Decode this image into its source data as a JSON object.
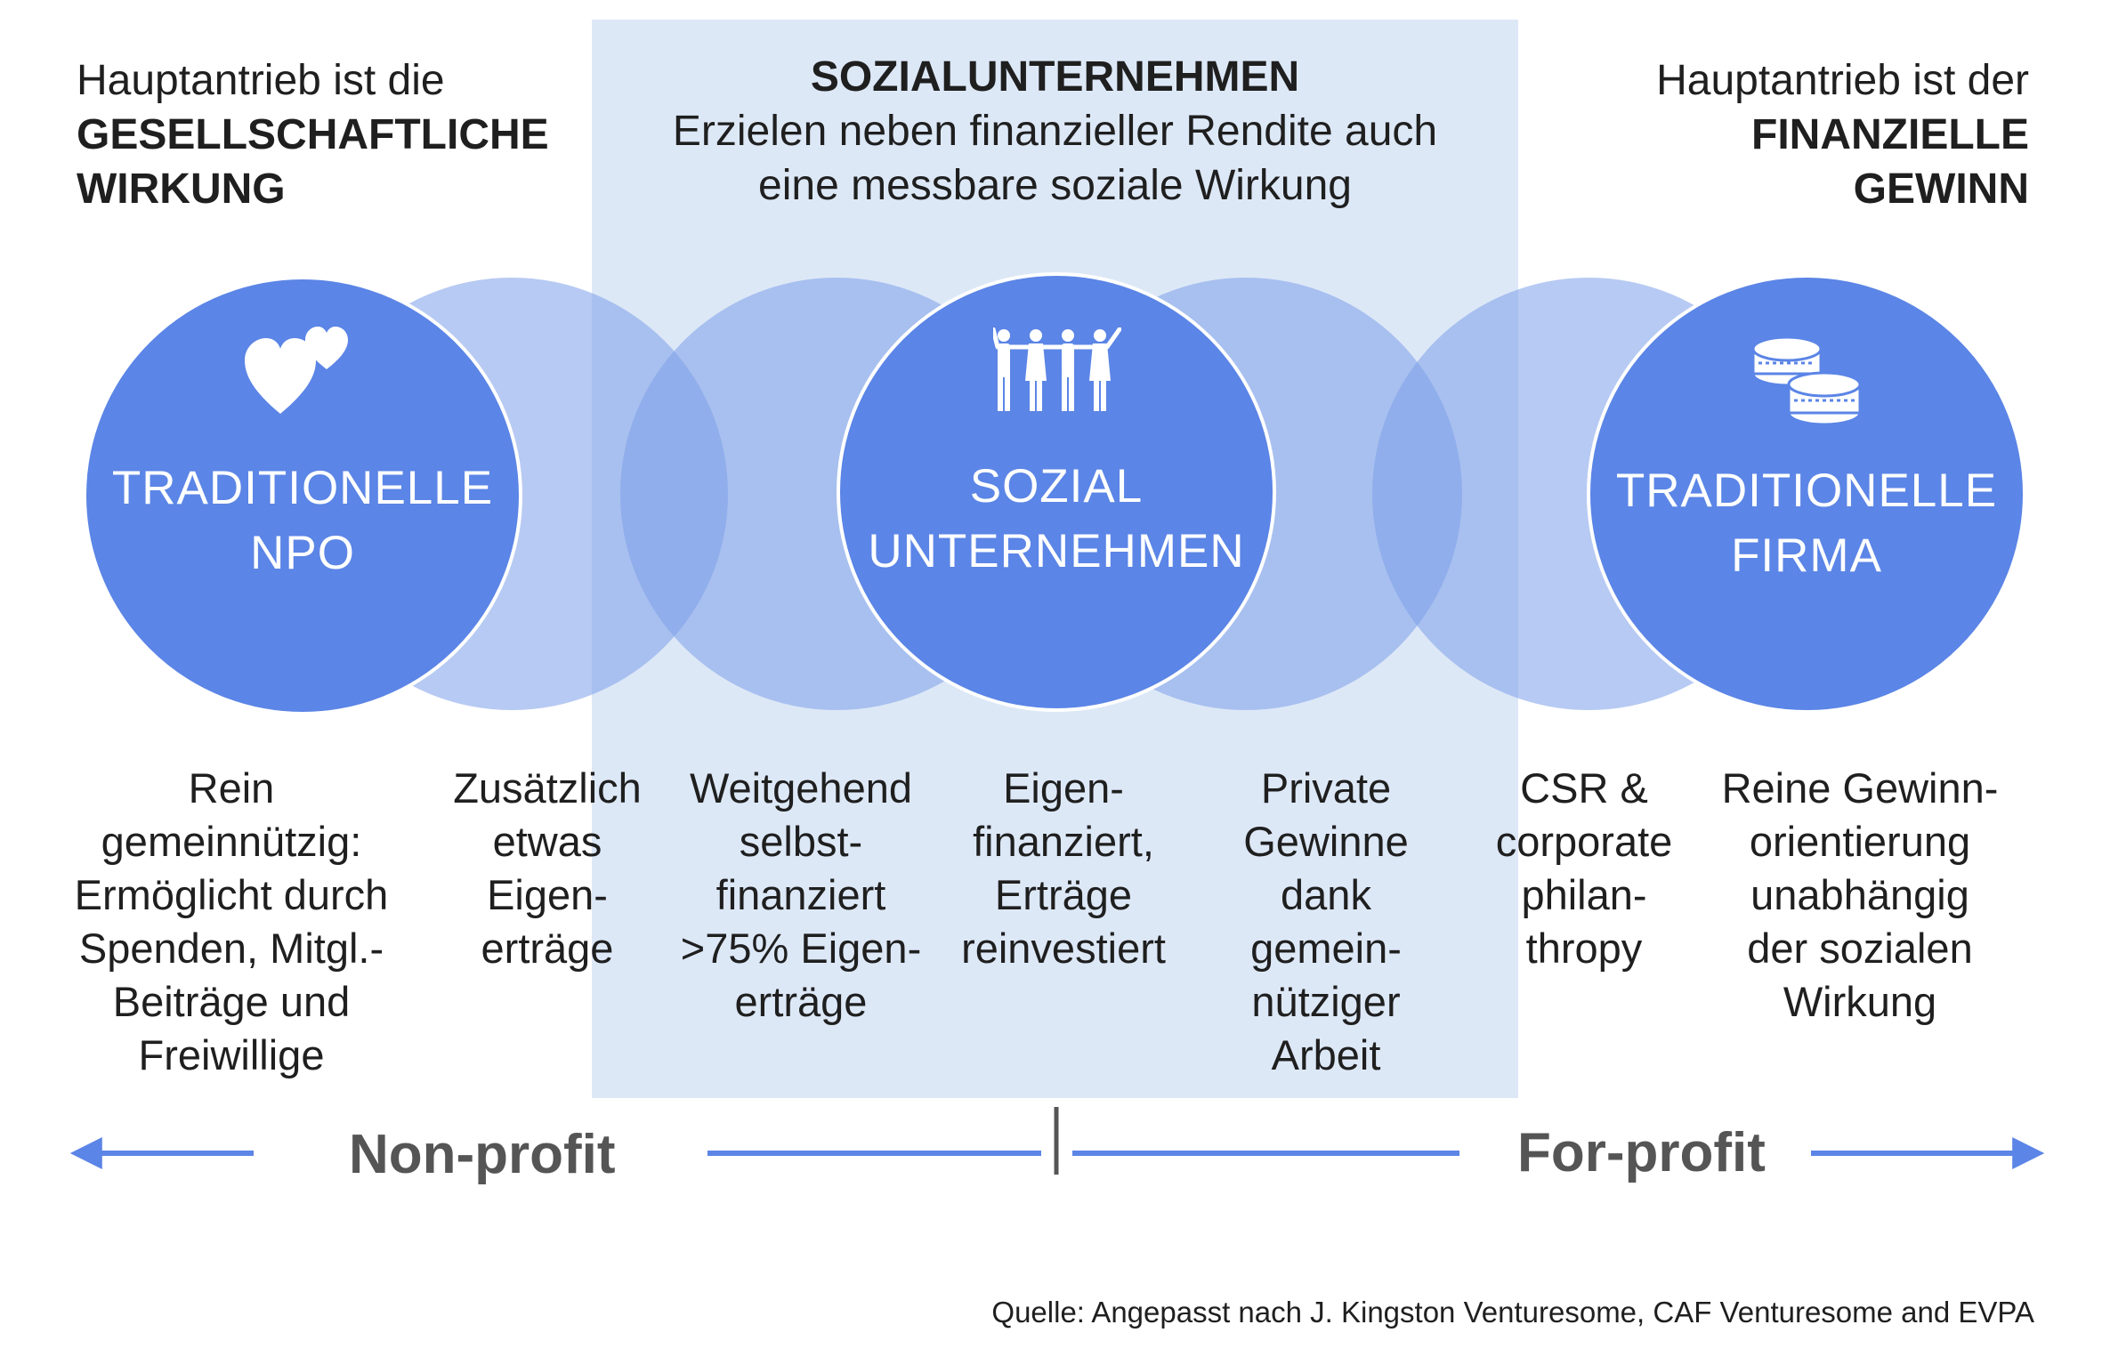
{
  "header": {
    "left": {
      "line1": "Hauptantrieb ist die",
      "bold1": "GESELLSCHAFTLICHE",
      "bold2": "WIRKUNG"
    },
    "center": {
      "title": "SOZIALUNTERNEHMEN",
      "line1": "Erzielen neben finanzieller Rendite auch",
      "line2": "eine messbare soziale Wirkung"
    },
    "right": {
      "line1": "Hauptantrieb ist der",
      "bold1": "FINANZIELLE",
      "bold2": "GEWINN"
    }
  },
  "circles": {
    "npo": {
      "line1": "TRADITIONELLE",
      "line2": "NPO",
      "icon": "hearts-icon"
    },
    "social": {
      "line1": "SOZIAL",
      "line2": "UNTERNEHMEN",
      "icon": "people-icon"
    },
    "firm": {
      "line1": "TRADITIONELLE",
      "line2": "FIRMA",
      "icon": "coins-icon"
    }
  },
  "descriptions": [
    "Rein\ngemeinnützig:\nErmöglicht durch\nSpenden, Mitgl.-\nBeiträge und\nFreiwillige",
    "Zusätzlich\netwas\nEigen-\nerträge",
    "Weitgehend\nselbst-\nfinanziert\n>75% Eigen-\nerträge",
    "Eigen-\nfinanziert,\nErträge\nreinvestiert",
    "Private\nGewinne\ndank\ngemein-\nnütziger\nArbeit",
    "CSR &\ncorporate\nphilan-\nthropy",
    "Reine Gewinn-\norientierung\nunabhängig\nder sozialen\nWirkung"
  ],
  "axis": {
    "left_label": "Non-profit",
    "right_label": "For-profit"
  },
  "source": "Quelle: Angepasst nach J. Kingston Venturesome, CAF Venturesome and EVPA",
  "colors": {
    "highlight": "#dde8f7",
    "main_circle": "#5b85e6",
    "overlap_circle": "#7b9ee9",
    "arrow": "#5b85e6",
    "axis_text": "#555555"
  }
}
